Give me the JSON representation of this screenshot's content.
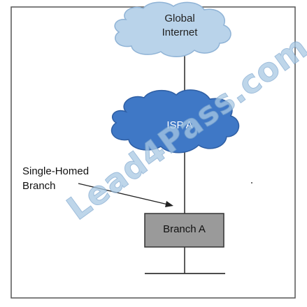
{
  "diagram": {
    "global_internet_line1": "Global",
    "global_internet_line2": "Internet",
    "isp_label": "ISP A",
    "single_homed_line1": "Single-Homed",
    "single_homed_line2": "Branch",
    "branch_label": "Branch A",
    "watermark": "Lead4Pass.com"
  },
  "colors": {
    "global_cloud": "#b9d3ea",
    "isp_cloud": "#3f78c6",
    "branch_box": "#9a9a9a",
    "link": "#333333",
    "frame": "#555555"
  }
}
